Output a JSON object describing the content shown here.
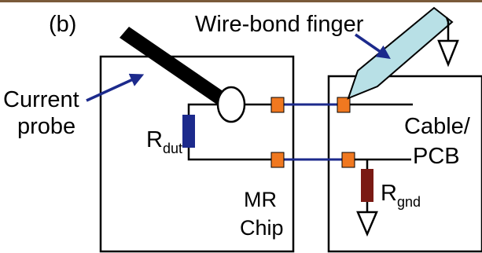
{
  "panel_label": "(b)",
  "labels": {
    "wire_bond_finger": "Wire-bond finger",
    "current_probe_line1": "Current",
    "current_probe_line2": "probe",
    "r_dut_main": "R",
    "r_dut_sub": "dut",
    "cable_pcb_line1": "Cable/",
    "cable_pcb_line2": "PCB",
    "r_gnd_main": "R",
    "r_gnd_sub": "gnd",
    "mr_chip_line1": "MR",
    "mr_chip_line2": "Chip"
  },
  "colors": {
    "line": "#000000",
    "bond_wire": "#1c2a8c",
    "pad": "#f07820",
    "r_dut": "#1c2a8c",
    "r_gnd": "#7a1a14",
    "finger_fill": "#b8e0e6",
    "arrow": "#1c2a8c",
    "top_bar": "#7a5a3a"
  }
}
